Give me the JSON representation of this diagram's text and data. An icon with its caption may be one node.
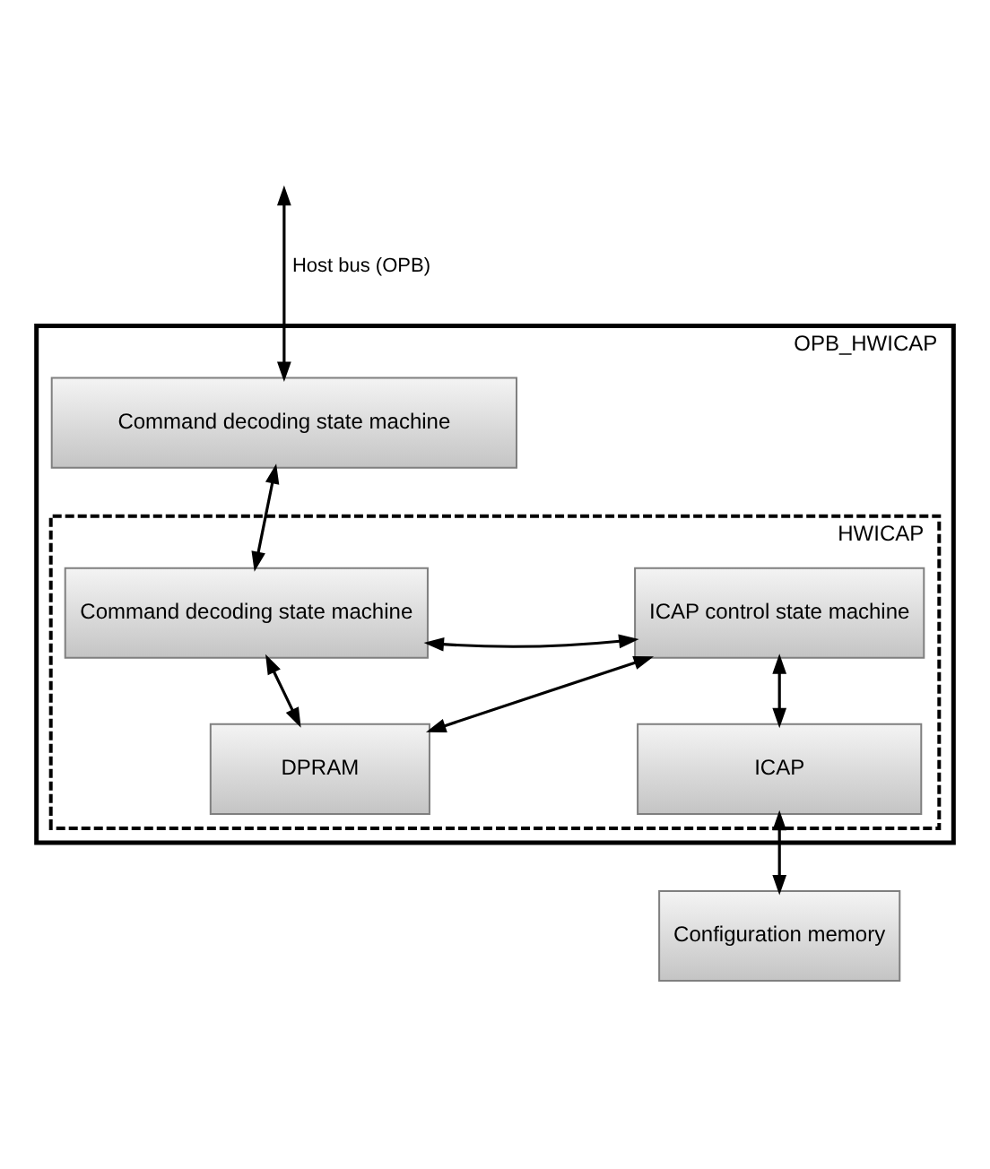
{
  "diagram": {
    "nodes": [
      {
        "text": [
          "OPB_HWICAP"
        ]
      },
      {
        "text": [
          "Command decoding state machine"
        ],
        "in": 0
      },
      {
        "text": [
          "HWICAP"
        ],
        "in": 0
      },
      {
        "text": [
          "Command decoding state machine"
        ],
        "in": 2
      },
      {
        "text": [
          "ICAP control state machine"
        ],
        "in": 2
      },
      {
        "text": [
          "DPRAM"
        ],
        "in": 2
      },
      {
        "text": [
          "ICAP"
        ],
        "in": 2
      },
      {
        "text": [
          "Configuration memory"
        ]
      }
    ],
    "edges": [
      {
        "from": null,
        "to": 1,
        "arrow": "both",
        "label": "Host bus (OPB)"
      },
      {
        "from": 1,
        "to": 3,
        "arrow": "both"
      },
      {
        "from": 3,
        "to": 4,
        "arrow": "both"
      },
      {
        "from": 3,
        "to": 5,
        "arrow": "both"
      },
      {
        "from": 4,
        "to": 5,
        "arrow": "both"
      },
      {
        "from": 4,
        "to": 6,
        "arrow": "both"
      },
      {
        "from": 6,
        "to": 7,
        "arrow": "both"
      }
    ]
  }
}
